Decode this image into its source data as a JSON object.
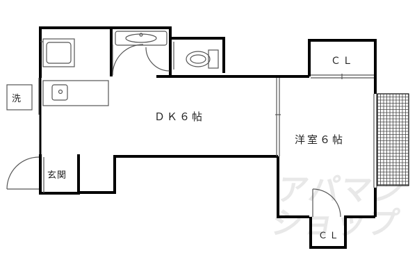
{
  "rooms": {
    "dk": "ＤＫ６帖",
    "western": "洋室６帖",
    "closet_top": "ＣＬ",
    "closet_bottom": "ＣＬ",
    "laundry": "洗",
    "entrance": "玄関"
  },
  "watermark": {
    "line1": "アパマン",
    "line2": "ショップ"
  },
  "colors": {
    "wall": "#000000",
    "thin_line": "#555555",
    "watermark": "#e8e8e8"
  }
}
